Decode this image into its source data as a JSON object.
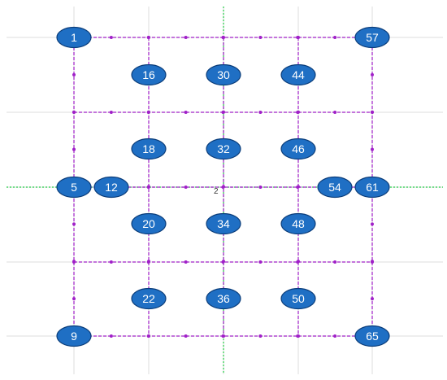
{
  "colors": {
    "background": "#ffffff",
    "grid": "#dcdcdc",
    "axis": "#22cc44",
    "wire": "#a020c8",
    "node_fill": "#1f6fc4",
    "node_stroke": "#0b3d7a",
    "node_text": "#ffffff"
  },
  "origin_label": "2",
  "nodes": [
    {
      "id": "1",
      "label": "1"
    },
    {
      "id": "57",
      "label": "57"
    },
    {
      "id": "16",
      "label": "16"
    },
    {
      "id": "30",
      "label": "30"
    },
    {
      "id": "44",
      "label": "44"
    },
    {
      "id": "18",
      "label": "18"
    },
    {
      "id": "32",
      "label": "32"
    },
    {
      "id": "46",
      "label": "46"
    },
    {
      "id": "5",
      "label": "5"
    },
    {
      "id": "12",
      "label": "12"
    },
    {
      "id": "54",
      "label": "54"
    },
    {
      "id": "61",
      "label": "61"
    },
    {
      "id": "20",
      "label": "20"
    },
    {
      "id": "34",
      "label": "34"
    },
    {
      "id": "48",
      "label": "48"
    },
    {
      "id": "22",
      "label": "22"
    },
    {
      "id": "36",
      "label": "36"
    },
    {
      "id": "50",
      "label": "50"
    },
    {
      "id": "9",
      "label": "9"
    },
    {
      "id": "65",
      "label": "65"
    }
  ]
}
